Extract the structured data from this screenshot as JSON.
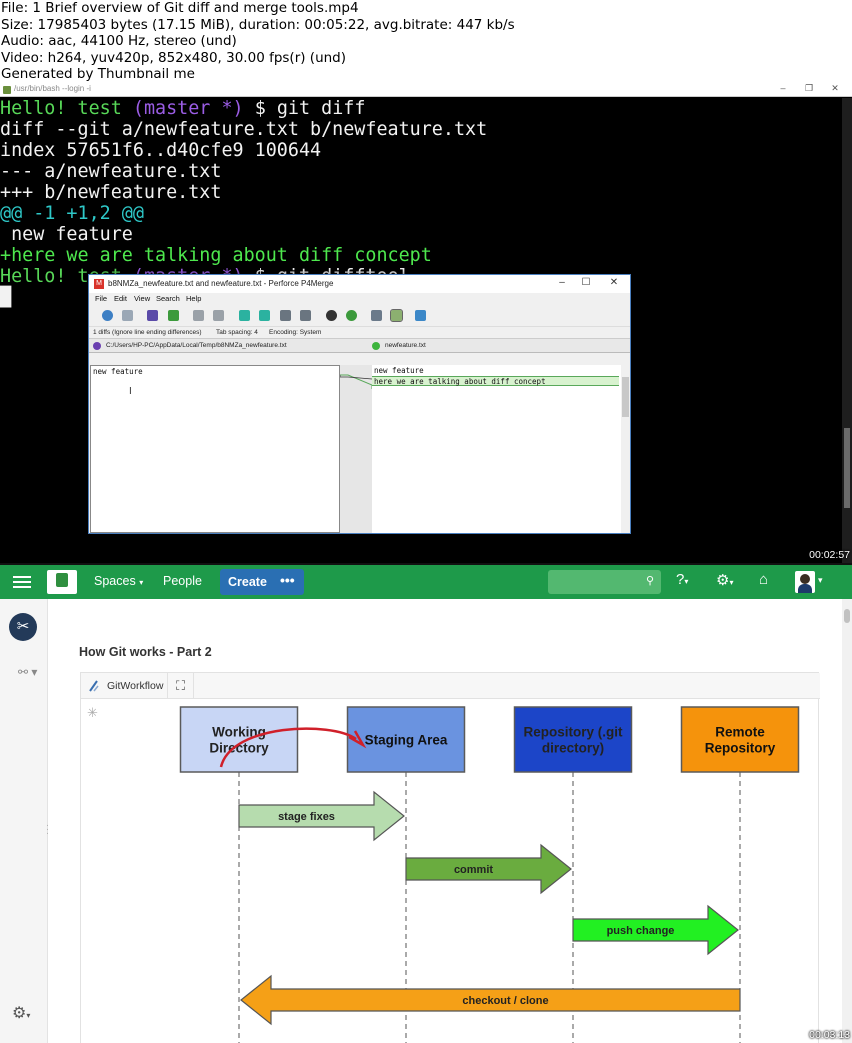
{
  "header": {
    "lines": [
      "File: 1 Brief overview of Git diff and merge tools.mp4",
      "Size: 17985403 bytes (17.15 MiB), duration: 00:05:22, avg.bitrate: 447 kb/s",
      "Audio: aac, 44100 Hz, stereo (und)",
      "Video: h264, yuv420p, 852x480, 30.00 fps(r) (und)",
      "Generated by Thumbnail me"
    ]
  },
  "frame1": {
    "window_title": "/usr/bin/bash --login -i",
    "timestamp": "00:02:57",
    "terminal": {
      "prompt_user": "Hello! test",
      "prompt_branch": "(master *)",
      "prompt_symbol": "$",
      "cmd1": "git diff",
      "line_diff": "diff --git a/newfeature.txt b/newfeature.txt",
      "line_index": "index 57651f6..d40cfe9 100644",
      "line_minus": "--- a/newfeature.txt",
      "line_plus": "+++ b/newfeature.txt",
      "line_hunk": "@@ -1 +1,2 @@",
      "line_context": " new feature",
      "line_added": "+here we are talking about diff concept",
      "cmd2": "git difftool"
    },
    "p4merge": {
      "title": "b8NMZa_newfeature.txt and newfeature.txt - Perforce P4Merge",
      "menu": [
        "File",
        "Edit",
        "View",
        "Search",
        "Help"
      ],
      "status": {
        "diffs": "1 diffs (Ignore line ending differences)",
        "tab": "Tab spacing: 4",
        "encoding": "Encoding: System"
      },
      "left_file": "C:/Users/HP-PC/AppData/Local/Temp/b8NMZa_newfeature.txt",
      "right_file": "newfeature.txt",
      "left_lines": [
        "new feature"
      ],
      "right_lines": [
        "new feature",
        "here we are talking about diff concept"
      ]
    }
  },
  "frame2": {
    "timestamp": "00:03:13",
    "nav": {
      "spaces": "Spaces",
      "people": "People",
      "create": "Create",
      "more": "•••"
    },
    "page_title": "How Git works - Part 2",
    "macro_label": "GitWorkflow",
    "diagram": {
      "actors": [
        {
          "label1": "Working",
          "label2": "Directory",
          "fill": "#c8d6f5"
        },
        {
          "label1": "Staging Area",
          "label2": "",
          "fill": "#6a93e0"
        },
        {
          "label1": "Repository (.git",
          "label2": "directory)",
          "fill": "#1c45c8"
        },
        {
          "label1": "Remote",
          "label2": "Repository",
          "fill": "#f5930c"
        }
      ],
      "arrows": [
        {
          "label": "stage fixes",
          "fill": "#b6dcae"
        },
        {
          "label": "commit",
          "fill": "#6aac3f"
        },
        {
          "label": "push change",
          "fill": "#22f022"
        },
        {
          "label": "checkout / clone",
          "fill": "#f5a017"
        }
      ]
    }
  }
}
